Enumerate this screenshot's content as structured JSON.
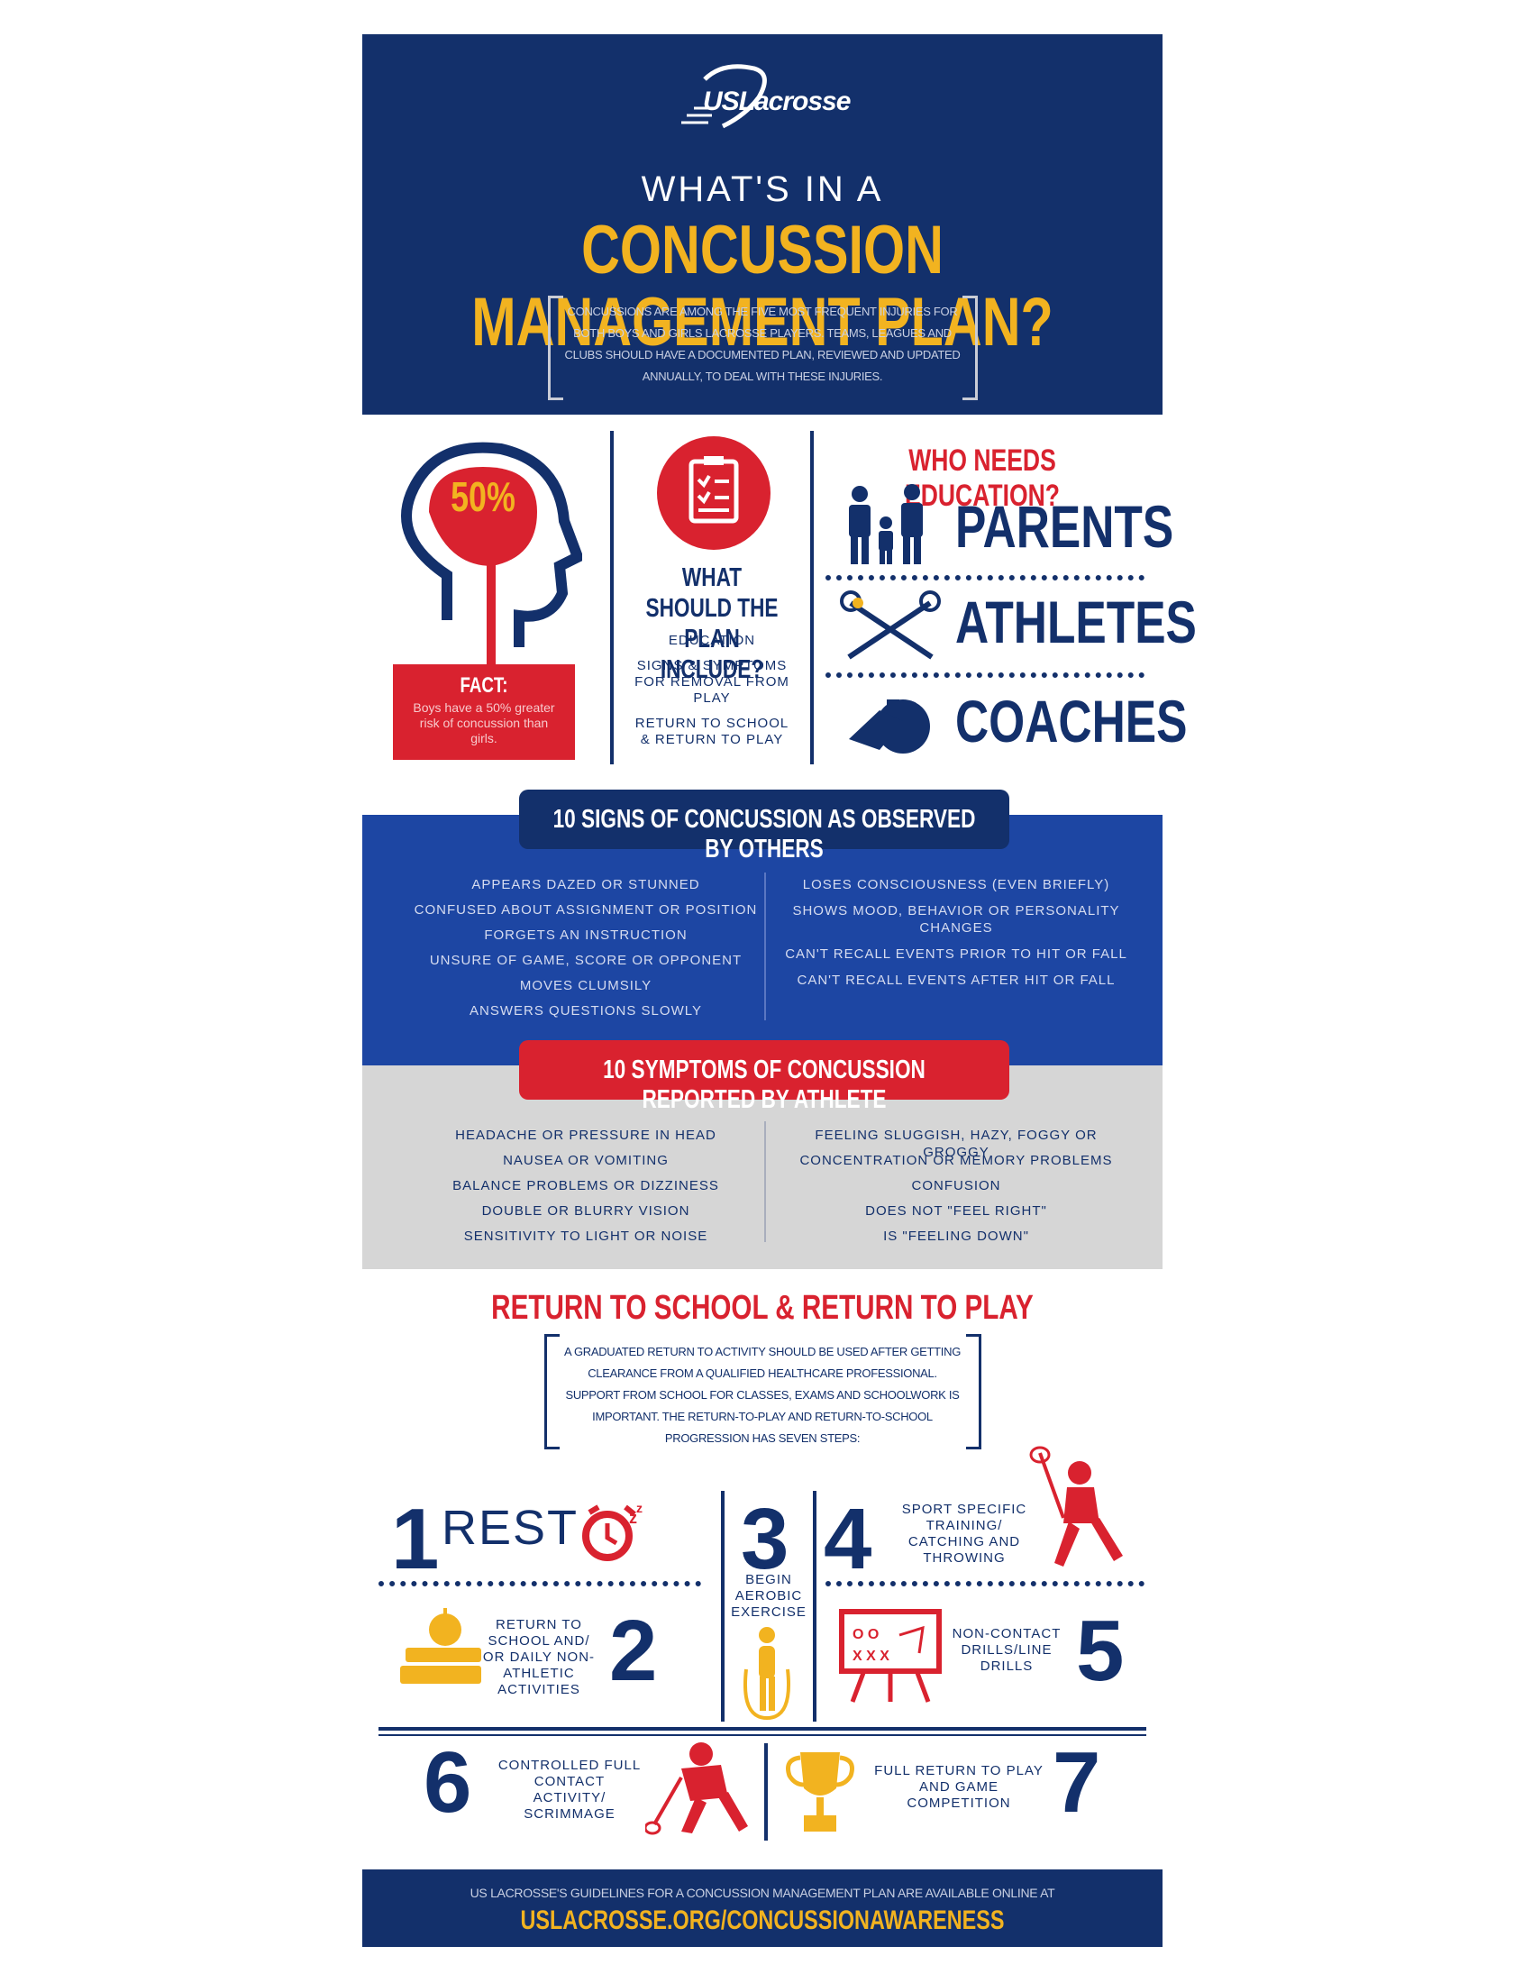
{
  "header": {
    "logo_text": "USLacrosse",
    "title_line1": "WHAT'S IN A",
    "title_line2": "CONCUSSION MANAGEMENT PLAN?",
    "intro": "CONCUSSIONS ARE AMONG THE FIVE MOST FREQUENT INJURIES FOR BOTH BOYS AND GIRLS LACROSSE PLAYERS. TEAMS, LEAGUES AND CLUBS SHOULD HAVE A DOCUMENTED PLAN, REVIEWED AND UPDATED ANNUALLY, TO DEAL WITH THESE INJURIES."
  },
  "fact": {
    "percent": "50%",
    "label": "FACT:",
    "text": "Boys have a 50% greater risk of concussion than girls."
  },
  "plan": {
    "title": "WHAT SHOULD THE PLAN INCLUDE?",
    "items": [
      "EDUCATION",
      "SIGNS & SYMPTOMS FOR REMOVAL FROM PLAY",
      "RETURN TO SCHOOL & RETURN TO PLAY"
    ]
  },
  "education": {
    "title": "WHO NEEDS EDUCATION?",
    "groups": [
      "PARENTS",
      "ATHLETES",
      "COACHES"
    ]
  },
  "signs": {
    "title": "10 SIGNS OF CONCUSSION AS OBSERVED BY OTHERS",
    "left": [
      "APPEARS DAZED OR STUNNED",
      "CONFUSED ABOUT ASSIGNMENT OR POSITION",
      "FORGETS AN INSTRUCTION",
      "UNSURE OF GAME, SCORE OR OPPONENT",
      "MOVES CLUMSILY",
      "ANSWERS QUESTIONS SLOWLY"
    ],
    "right": [
      "LOSES CONSCIOUSNESS (EVEN BRIEFLY)",
      "SHOWS MOOD, BEHAVIOR OR PERSONALITY CHANGES",
      "CAN'T RECALL EVENTS PRIOR TO HIT OR FALL",
      "CAN'T RECALL EVENTS AFTER HIT OR FALL"
    ]
  },
  "symptoms": {
    "title": "10 SYMPTOMS OF CONCUSSION REPORTED BY ATHLETE",
    "left": [
      "HEADACHE OR PRESSURE IN HEAD",
      "NAUSEA OR VOMITING",
      "BALANCE PROBLEMS OR DIZZINESS",
      "DOUBLE OR BLURRY VISION",
      "SENSITIVITY TO LIGHT OR NOISE"
    ],
    "right": [
      "FEELING SLUGGISH, HAZY, FOGGY OR GROGGY",
      "CONCENTRATION OR MEMORY PROBLEMS",
      "CONFUSION",
      "DOES NOT \"FEEL RIGHT\"",
      "IS \"FEELING DOWN\""
    ]
  },
  "return": {
    "title": "RETURN TO SCHOOL & RETURN TO PLAY",
    "intro": "A GRADUATED RETURN TO ACTIVITY SHOULD BE USED AFTER GETTING CLEARANCE FROM A QUALIFIED HEALTHCARE PROFESSIONAL. SUPPORT FROM SCHOOL FOR CLASSES, EXAMS AND SCHOOLWORK IS IMPORTANT. THE RETURN-TO-PLAY AND RETURN-TO-SCHOOL PROGRESSION HAS SEVEN STEPS:",
    "steps": [
      {
        "num": "1",
        "text": "REST"
      },
      {
        "num": "2",
        "text": "RETURN TO SCHOOL AND/ OR DAILY NON-ATHLETIC ACTIVITIES"
      },
      {
        "num": "3",
        "text": "BEGIN AEROBIC EXERCISE"
      },
      {
        "num": "4",
        "text": "SPORT SPECIFIC TRAINING/ CATCHING AND THROWING"
      },
      {
        "num": "5",
        "text": "NON-CONTACT DRILLS/LINE DRILLS"
      },
      {
        "num": "6",
        "text": "CONTROLLED FULL CONTACT ACTIVITY/ SCRIMMAGE"
      },
      {
        "num": "7",
        "text": "FULL RETURN TO PLAY AND GAME COMPETITION"
      }
    ]
  },
  "footer": {
    "text": "US LACROSSE'S GUIDELINES FOR A CONCUSSION MANAGEMENT PLAN ARE AVAILABLE ONLINE AT",
    "url": "USLACROSSE.ORG/CONCUSSIONAWARENESS"
  },
  "colors": {
    "navy": "#13306b",
    "blue": "#1d46a3",
    "red": "#d9222f",
    "gold": "#f2b320",
    "grey": "#d6d6d6"
  }
}
